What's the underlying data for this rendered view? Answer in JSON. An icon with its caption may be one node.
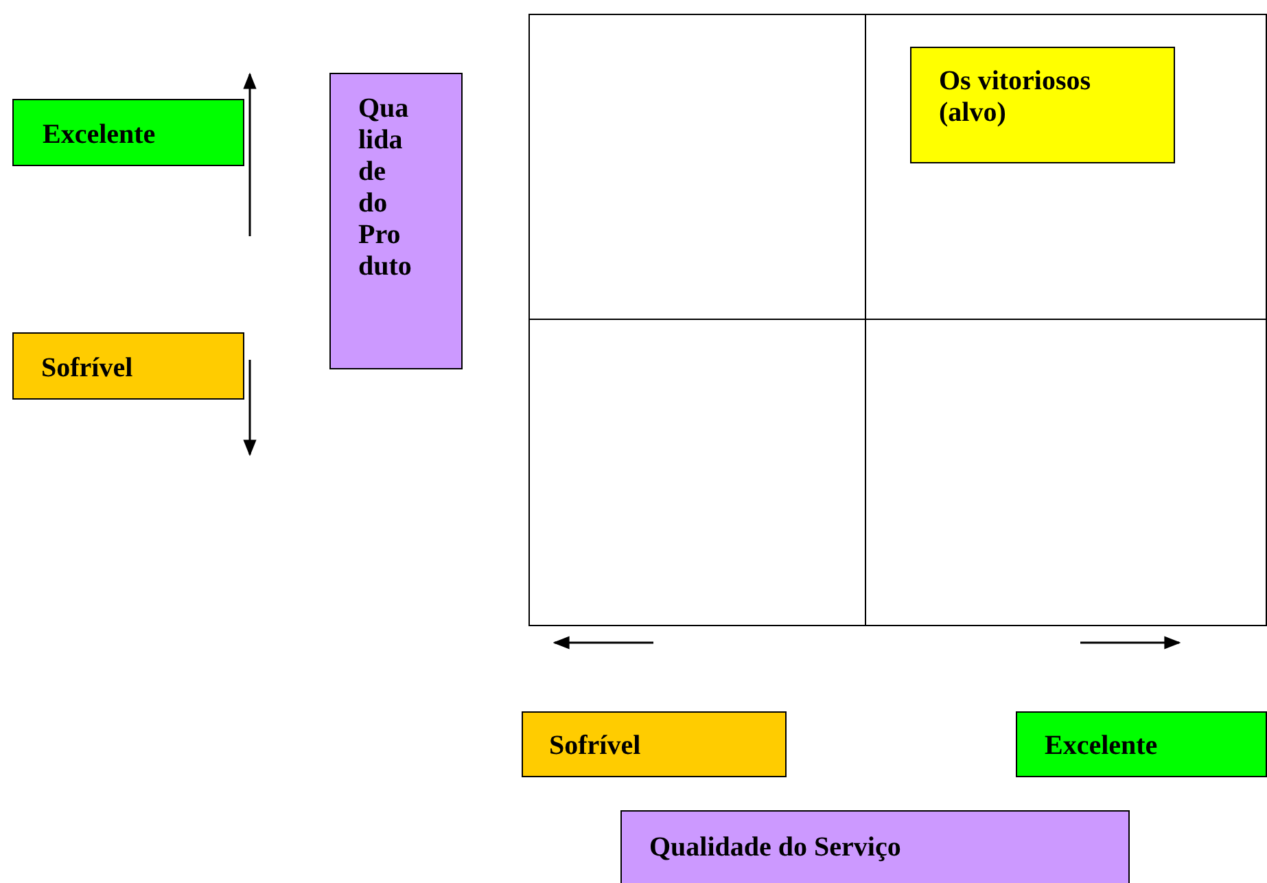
{
  "diagram": {
    "nodes": [
      {
        "text": [
          "Excelente"
        ]
      },
      {
        "text": [
          "Qua lida de do Pro duto"
        ]
      },
      {
        "text": [
          "Sofrível"
        ]
      },
      {
        "text": [],
        "shape": "box"
      },
      {
        "text": [],
        "shape": "box"
      },
      {
        "text": [
          "Os vitoriosos (alvo)"
        ],
        "in": 4
      },
      {
        "text": [],
        "shape": "box"
      },
      {
        "text": [],
        "shape": "box"
      },
      {
        "text": [
          "Sofrível"
        ]
      },
      {
        "text": [
          "Excelente"
        ]
      },
      {
        "text": [
          "Qualidade do Serviço"
        ]
      }
    ]
  }
}
